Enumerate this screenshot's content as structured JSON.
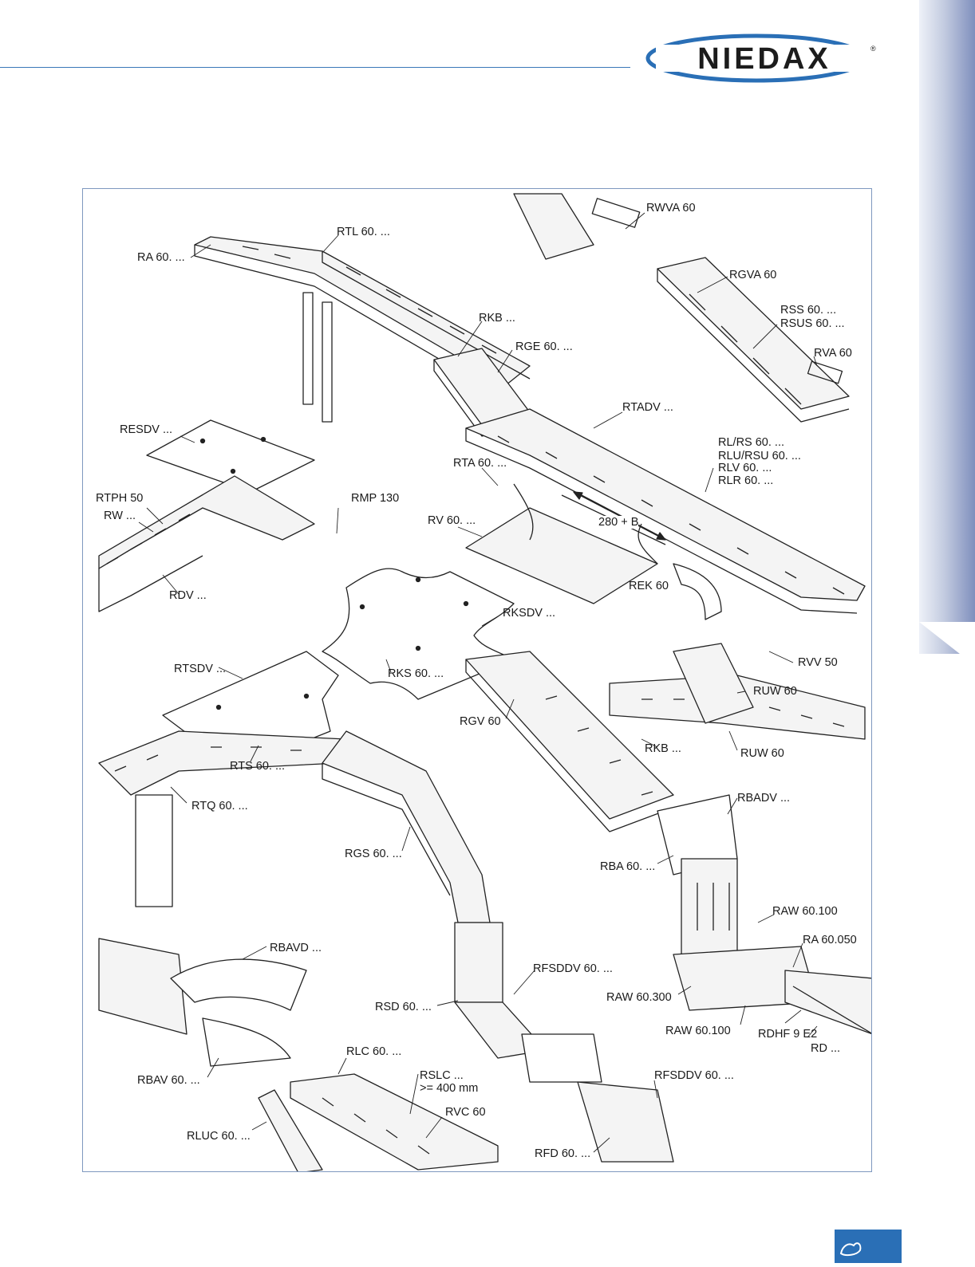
{
  "brand": {
    "name": "NIEDAX",
    "registered": "®"
  },
  "labels": {
    "ra60": "RA 60. ...",
    "rtl60": "RTL 60. ...",
    "rkb_top": "RKB ...",
    "rge60": "RGE 60. ...",
    "rwva60": "RWVA 60",
    "rgva60": "RGVA 60",
    "rss60": "RSS 60. ...",
    "rsus60": "RSUS 60. ...",
    "rva60": "RVA 60",
    "rtadv": "RTADV ...",
    "resdv": "RESDV ...",
    "rl_rs": "RL/RS 60. ...",
    "rlu_rsu": "RLU/RSU 60. ...",
    "rlv60": "RLV 60. ...",
    "rlr60": "RLR 60. ...",
    "rta60": "RTA 60. ...",
    "rtph50": "RTPH 50",
    "rmp130": "RMP 130",
    "rw": "RW ...",
    "rv60": "RV 60. ...",
    "dimension": "280 + B",
    "rek60": "REK 60",
    "rdv": "RDV ...",
    "rksdv": "RKSDV ...",
    "rtsdv": "RTSDV ...",
    "rks60": "RKS 60. ...",
    "rvv50": "RVV 50",
    "ruw60_a": "RUW 60",
    "rgv60": "RGV 60",
    "ruw60_b": "RUW 60",
    "rkb_mid": "RKB ...",
    "rts60": "RTS 60. ...",
    "rtq60": "RTQ 60. ...",
    "rbadv": "RBADV ...",
    "rgs60": "RGS 60. ...",
    "rba60": "RBA 60. ...",
    "raw60100_a": "RAW 60.100",
    "ra60050": "RA 60.050",
    "rbavd": "RBAVD ...",
    "rfsddv_a": "RFSDDV 60. ...",
    "raw60300": "RAW 60.300",
    "rsd60": "RSD 60. ...",
    "raw60100_b": "RAW 60.100",
    "rdhf": "RDHF 9 E2",
    "rd": "RD ...",
    "rbav60": "RBAV 60. ...",
    "rlc60": "RLC 60. ...",
    "rslc": "RSLC ...",
    "rslc_min": ">= 400 mm",
    "rfsddv_b": "RFSDDV 60. ...",
    "rvc60": "RVC 60",
    "rluc60": "RLUC 60. ...",
    "rfd60": "RFD 60. ..."
  },
  "colors": {
    "accent": "#2a6fb6",
    "rule": "#3a78b8",
    "frame": "#7e98bf",
    "line": "#222222"
  }
}
